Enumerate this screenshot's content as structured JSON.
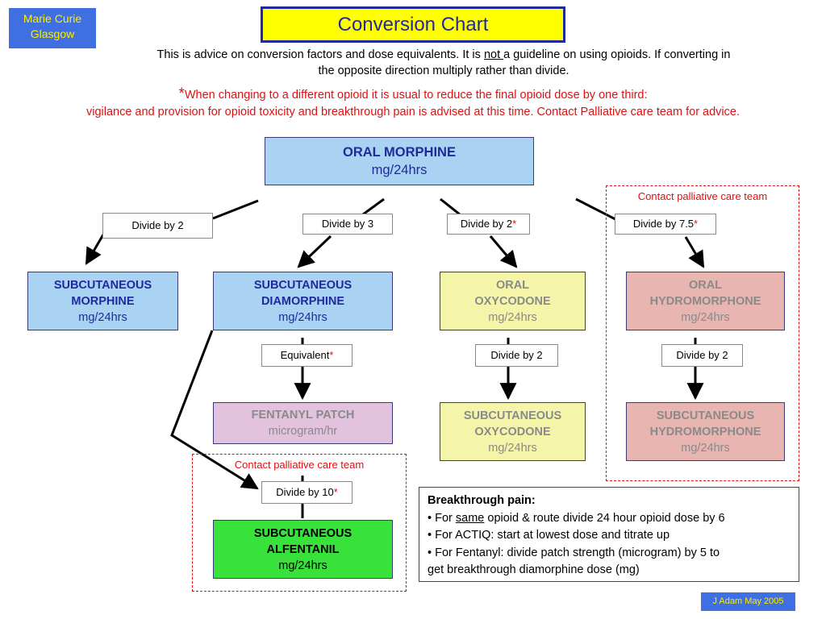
{
  "logo": {
    "line1": "Marie Curie",
    "line2": "Glasgow"
  },
  "title": "Conversion Chart",
  "advice": {
    "part1": "This is advice on conversion factors and dose equivalents.  It is ",
    "not": "not ",
    "part2": "a guideline on using opioids. If converting in",
    "line2": "the opposite direction multiply rather than divide."
  },
  "warning": {
    "star": "*",
    "line1": "When changing to a different opioid it is usual to reduce the final opioid dose by one third:",
    "line2": "vigilance and provision for opioid toxicity and breakthrough pain is advised at this time. Contact Palliative care team for advice."
  },
  "boxes": {
    "oral_morphine": {
      "name": "ORAL MORPHINE",
      "unit": "mg/24hrs"
    },
    "sc_morphine": {
      "name1": "SUBCUTANEOUS",
      "name2": "MORPHINE",
      "unit": "mg/24hrs"
    },
    "sc_diamorphine": {
      "name1": "SUBCUTANEOUS",
      "name2": "DIAMORPHINE",
      "unit": "mg/24hrs"
    },
    "oral_oxycodone": {
      "name1": "ORAL",
      "name2": "OXYCODONE",
      "unit": "mg/24hrs"
    },
    "oral_hydromorphone": {
      "name1": "ORAL",
      "name2": "HYDROMORPHONE",
      "unit": "mg/24hrs"
    },
    "fentanyl_patch": {
      "name": "FENTANYL PATCH",
      "unit": "microgram/hr"
    },
    "sc_oxycodone": {
      "name1": "SUBCUTANEOUS",
      "name2": "OXYCODONE",
      "unit": "mg/24hrs"
    },
    "sc_hydromorphone": {
      "name1": "SUBCUTANEOUS",
      "name2": "HYDROMORPHONE",
      "unit": "mg/24hrs"
    },
    "sc_alfentanil": {
      "name1": "SUBCUTANEOUS",
      "name2": "ALFENTANIL",
      "unit": "mg/24hrs"
    }
  },
  "labels": {
    "to_sc_morphine": {
      "text": "Divide by 2",
      "star": ""
    },
    "to_sc_diamorphine": {
      "text": "Divide by 3",
      "star": ""
    },
    "to_oral_oxycodone": {
      "text": "Divide by 2",
      "star": "*"
    },
    "to_oral_hydromorphone": {
      "text": "Divide by 7.5",
      "star": "*"
    },
    "to_fentanyl": {
      "text": "Equivalent",
      "star": "*"
    },
    "to_sc_oxycodone": {
      "text": "Divide by 2",
      "star": ""
    },
    "to_sc_hydromorphone": {
      "text": "Divide by 2",
      "star": ""
    },
    "to_alfentanil": {
      "text": "Divide by 10",
      "star": "*"
    }
  },
  "contact_notes": {
    "hydromorphone": "Contact palliative care  team",
    "alfentanil": "Contact palliative care team"
  },
  "breakthrough": {
    "heading": "Breakthrough pain:",
    "item1_pre": "• For ",
    "item1_same": "same",
    "item1_post": " opioid & route divide 24 hour opioid dose by 6",
    "item2": "• For ACTIQ: start at lowest dose and titrate up",
    "item3": "• For Fentanyl: divide patch strength (microgram) by 5 to",
    "item3b": "get breakthrough diamorphine dose (mg)"
  },
  "credit": "J Adam  May 2005",
  "colors": {
    "blue_box": "#a9d2f3",
    "yellow_box": "#f5f5aa",
    "pink_box": "#e8b5b0",
    "purple_box": "#e2c2dc",
    "green_box": "#39e23a",
    "title_bg": "#ffff00",
    "title_text": "#1f2a9c",
    "warning_text": "#e01010",
    "logo_bg": "#3f6fe0",
    "logo_text": "#ffee00"
  }
}
